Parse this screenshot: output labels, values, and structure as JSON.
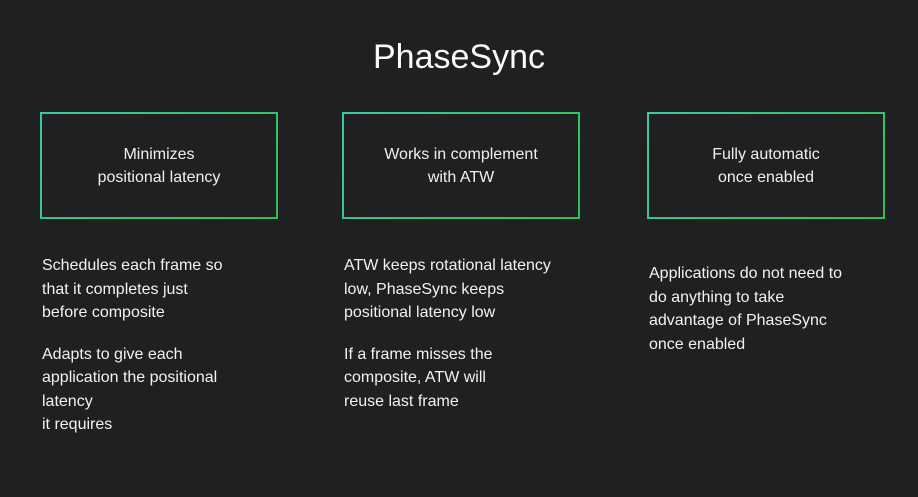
{
  "title": "PhaseSync",
  "columns": [
    {
      "heading": "Minimizes\npositional latency",
      "paragraphs": [
        "Schedules each frame so\nthat it completes just\nbefore composite",
        "Adapts to give each\napplication the positional\nlatency\nit requires"
      ]
    },
    {
      "heading": "Works in complement\nwith ATW",
      "paragraphs": [
        "ATW keeps rotational latency\nlow, PhaseSync keeps\npositional latency low",
        "If a frame misses the\ncomposite, ATW will\nreuse last frame"
      ]
    },
    {
      "heading": "Fully automatic\nonce enabled",
      "paragraphs": [
        "Applications do not need to\ndo anything to take\nadvantage of PhaseSync\nonce enabled"
      ]
    }
  ]
}
